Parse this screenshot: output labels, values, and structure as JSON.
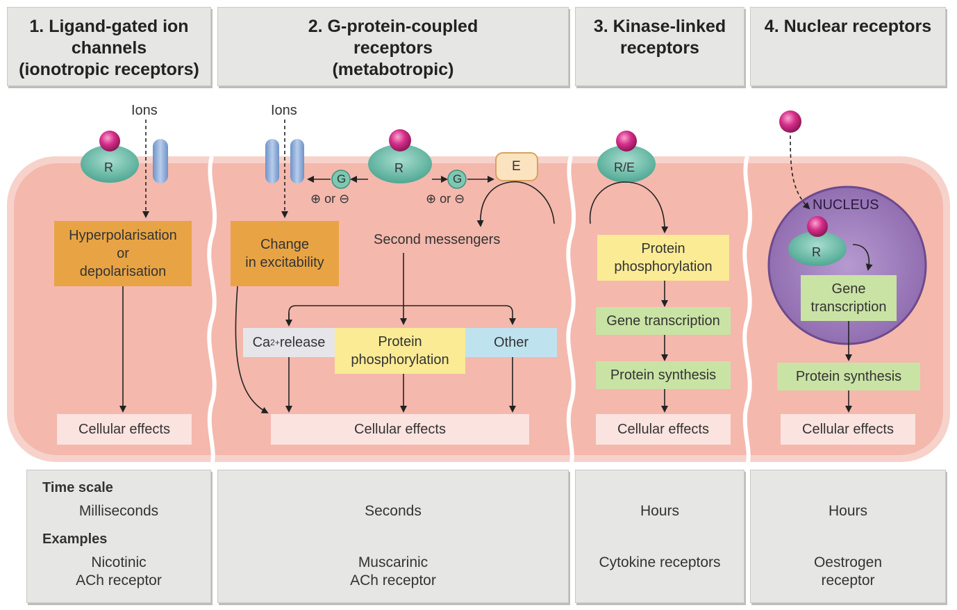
{
  "headers": [
    "1. Ligand-gated ion\nchannels\n(ionotropic receptors)",
    "2. G-protein-coupled\nreceptors\n(metabotropic)",
    "3. Kinase-linked\nreceptors",
    "4. Nuclear receptors"
  ],
  "labels": {
    "ions": "Ions",
    "receptor": "R",
    "receptor_enzyme": "R/E",
    "g_protein": "G",
    "effector": "E",
    "plus_or_minus": "⊕ or ⊖",
    "nucleus": "NUCLEUS",
    "second_messengers": "Second messengers",
    "ca_release_base": "Ca",
    "ca_release_sup": "2+",
    "ca_release_rest": " release"
  },
  "boxes": {
    "hyperpolarisation": "Hyperpolarisation\nor\ndepolarisation",
    "change_excitability": "Change\nin excitability",
    "protein_phos_gpcr": "Protein\nphosphorylation",
    "other": "Other",
    "protein_phos_kinase": "Protein\nphosphorylation",
    "gene_transcription_kinase": "Gene transcription",
    "protein_synthesis_kinase": "Protein synthesis",
    "gene_transcription_nuclear": "Gene\ntranscription",
    "protein_synthesis_nuclear": "Protein synthesis",
    "cellular_effects": "Cellular effects"
  },
  "bottom": {
    "time_scale_label": "Time scale",
    "examples_label": "Examples",
    "columns": [
      {
        "time": "Milliseconds",
        "example": "Nicotinic\nACh receptor"
      },
      {
        "time": "Seconds",
        "example": "Muscarinic\nACh receptor"
      },
      {
        "time": "Hours",
        "example": "Cytokine receptors"
      },
      {
        "time": "Hours",
        "example": "Oestrogen\nreceptor"
      }
    ]
  },
  "colors": {
    "cell": "#f4b8ad",
    "cell_border": "#f6d2cb",
    "receptor": "#62bba6",
    "ligand": "#d62e8a",
    "channel": "#8fb1dc",
    "nucleus": "#9e7cb8",
    "orange_box": "#e8a444",
    "yellow_box": "#fbeb94",
    "green_box": "#c9e3a4",
    "blue_box": "#bfe3ee"
  }
}
